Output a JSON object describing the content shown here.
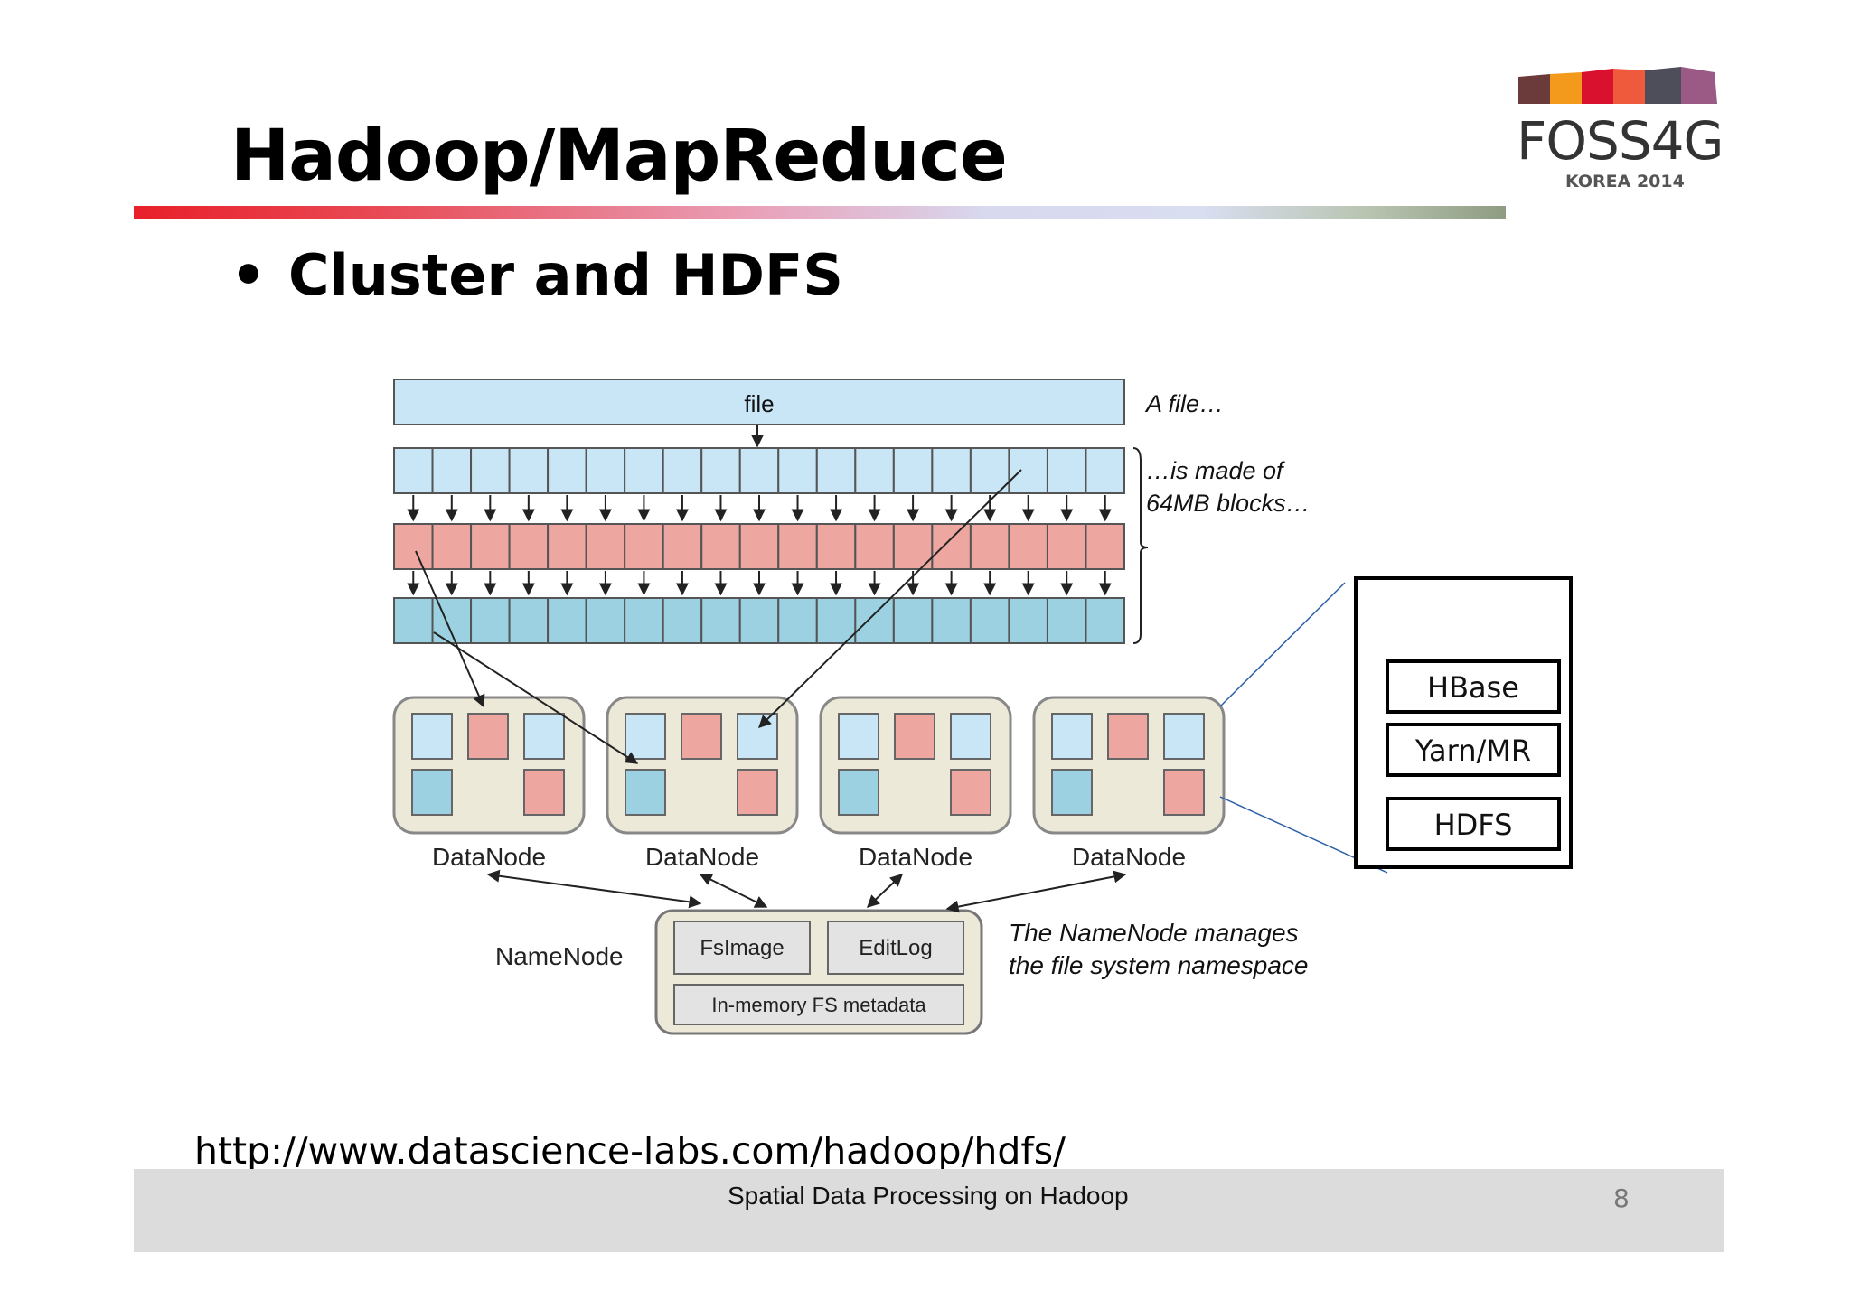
{
  "slide": {
    "title": "Hadoop/MapReduce",
    "bullet": "Cluster and HDFS",
    "bullet_marker": "•",
    "source_url": "http://www.datascience-labs.com/hadoop/hdfs/",
    "footer": "Spatial Data Processing on Hadoop",
    "page_number": "8"
  },
  "logo": {
    "name": "FOSS4G",
    "subtitle": "KOREA 2014",
    "stripe_colors": [
      "#6b3a3a",
      "#f39a1c",
      "#d9102e",
      "#ef5a3c",
      "#4e4e5a",
      "#9b5a86"
    ]
  },
  "diagram": {
    "file_label": "file",
    "file_caption": "A file…",
    "blocks_caption_line1": "…is made of",
    "blocks_caption_line2": "64MB blocks…",
    "block_count": 19,
    "datanode_label": "DataNode",
    "datanode_count": 4,
    "namenode_label": "NameNode",
    "fsimage_label": "FsImage",
    "editlog_label": "EditLog",
    "metadata_label": "In-memory FS metadata",
    "namenode_caption_line1": "The NameNode manages",
    "namenode_caption_line2": "the file system namespace",
    "stack": [
      "HBase",
      "Yarn/MR",
      "HDFS"
    ],
    "colors": {
      "light_blue": "#c9e6f7",
      "pink": "#eda6a0",
      "teal": "#9bd1e0",
      "node_bg": "#ece9d8"
    }
  }
}
